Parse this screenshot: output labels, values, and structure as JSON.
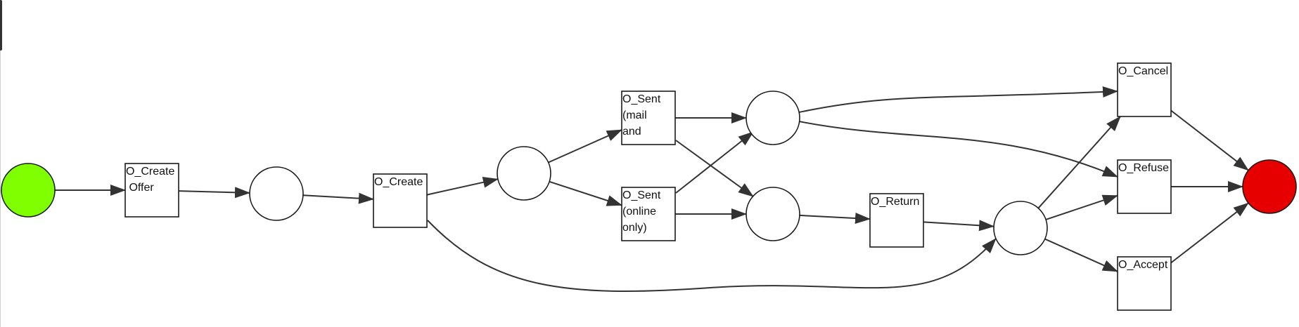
{
  "diagram": {
    "type": "petri-net",
    "colors": {
      "start_place": "#7fff00",
      "end_place": "#e60000",
      "place": "#ffffff",
      "transition": "#ffffff",
      "stroke": "#1a1a1a",
      "arc": "#333333"
    },
    "places": [
      {
        "id": "start",
        "kind": "start"
      },
      {
        "id": "p1"
      },
      {
        "id": "p2"
      },
      {
        "id": "p3"
      },
      {
        "id": "p4"
      },
      {
        "id": "p5"
      },
      {
        "id": "end",
        "kind": "end"
      }
    ],
    "transitions": [
      {
        "id": "create-offer",
        "lines": [
          "O_Create",
          " Offer"
        ]
      },
      {
        "id": "created",
        "lines": [
          "O_Create"
        ]
      },
      {
        "id": "sent-mail",
        "lines": [
          "O_Sent",
          "(mail",
          "and"
        ]
      },
      {
        "id": "sent-online",
        "lines": [
          "O_Sent",
          "(online",
          "only)"
        ]
      },
      {
        "id": "returned",
        "lines": [
          "O_Return"
        ]
      },
      {
        "id": "cancelled",
        "lines": [
          "O_Cancel"
        ]
      },
      {
        "id": "refused",
        "lines": [
          "O_Refuse"
        ]
      },
      {
        "id": "accepted",
        "lines": [
          "O_Accept"
        ]
      }
    ],
    "arcs": [
      [
        "start",
        "create-offer"
      ],
      [
        "create-offer",
        "p1"
      ],
      [
        "p1",
        "created"
      ],
      [
        "created",
        "p2"
      ],
      [
        "created",
        "p5"
      ],
      [
        "p2",
        "sent-mail"
      ],
      [
        "p2",
        "sent-online"
      ],
      [
        "sent-mail",
        "p3"
      ],
      [
        "sent-mail",
        "p4"
      ],
      [
        "sent-online",
        "p3"
      ],
      [
        "sent-online",
        "p4"
      ],
      [
        "p3",
        "cancelled"
      ],
      [
        "p3",
        "refused"
      ],
      [
        "p4",
        "returned"
      ],
      [
        "returned",
        "p5"
      ],
      [
        "p5",
        "cancelled"
      ],
      [
        "p5",
        "refused"
      ],
      [
        "p5",
        "accepted"
      ],
      [
        "cancelled",
        "end"
      ],
      [
        "refused",
        "end"
      ],
      [
        "accepted",
        "end"
      ]
    ]
  }
}
